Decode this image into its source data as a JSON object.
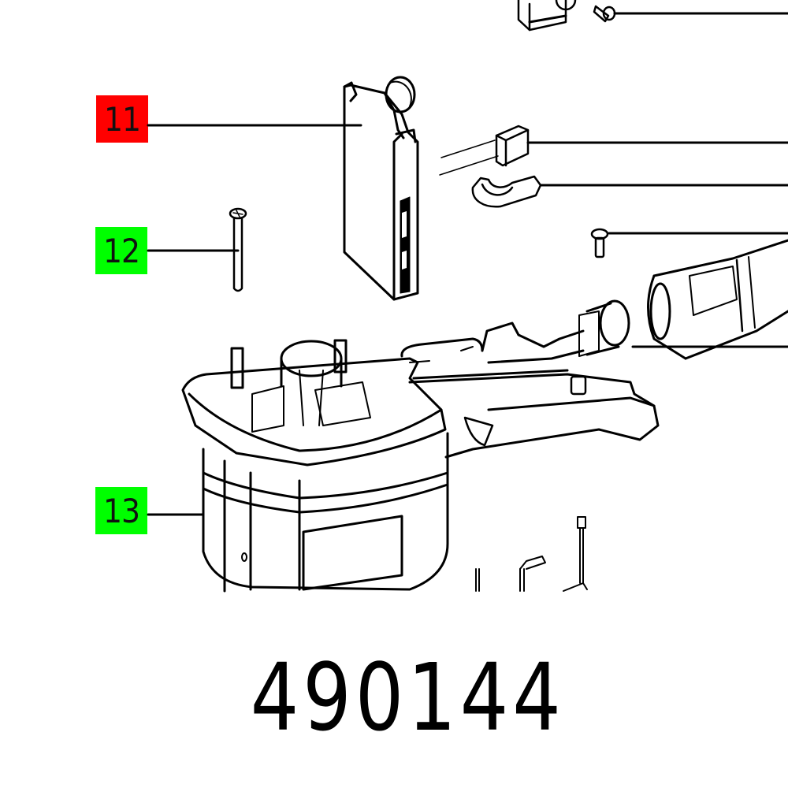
{
  "diagram": {
    "type": "exploded-parts-diagram",
    "part_number": "490144",
    "callouts": [
      {
        "label": "11",
        "color": "#ff0000",
        "status": "highlighted",
        "description": "brush holder plate / cover"
      },
      {
        "label": "12",
        "color": "#00ff00",
        "status": "normal",
        "description": "long screw"
      },
      {
        "label": "13",
        "color": "#00ff00",
        "status": "normal",
        "description": "motor housing"
      }
    ],
    "unlabeled_leaders": [
      {
        "description": "small screw (top)"
      },
      {
        "description": "carbon brush"
      },
      {
        "description": "spring clip"
      },
      {
        "description": "short screw"
      },
      {
        "description": "plug-it cable connector"
      }
    ]
  },
  "colors": {
    "highlight": "#ff0000",
    "normal": "#00ff00",
    "line": "#000000",
    "background": "#ffffff"
  }
}
